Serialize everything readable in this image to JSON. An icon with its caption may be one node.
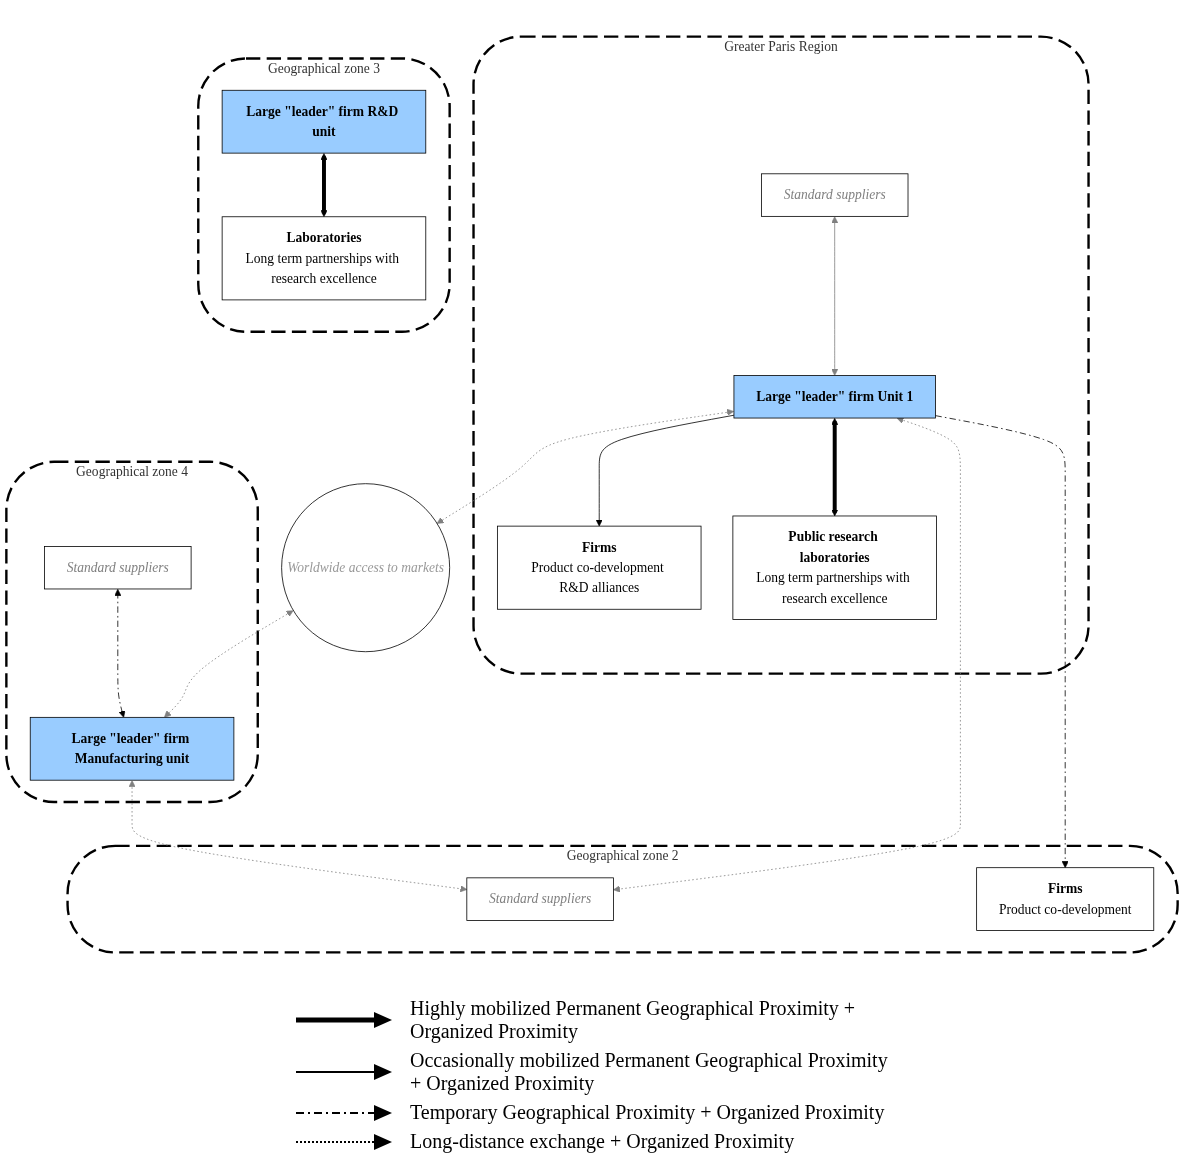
{
  "diagram": {
    "nodes": [
      {
        "text": [
          "Greater Paris Region"
        ]
      },
      {
        "text": [
          "Standard suppliers"
        ],
        "in": 0
      },
      {
        "text": [
          "Large \"leader\" firm Unit 1"
        ],
        "in": 0
      },
      {
        "text": [
          "Firms",
          "Product co-development R&D alliances"
        ],
        "in": 0
      },
      {
        "text": [
          "Public research laboratories",
          "Long term partnerships with research excellence"
        ],
        "in": 0
      },
      {
        "text": [
          "Geographical zone 2"
        ]
      },
      {
        "text": [
          "Standard suppliers"
        ],
        "in": 5
      },
      {
        "text": [
          "Firms",
          "Product co-development"
        ],
        "in": 5
      },
      {
        "text": [
          "Worldwide access to markets"
        ]
      },
      {
        "text": [
          "Geographical zone 4"
        ]
      },
      {
        "text": [
          "Standard suppliers"
        ],
        "in": 9
      },
      {
        "text": [
          "Large \"leader\" firm Manufacturing unit"
        ],
        "in": 9
      },
      {
        "text": [
          "Geographical zone 3"
        ]
      },
      {
        "text": [
          "Large \"leader\" firm R&D unit"
        ],
        "in": 12
      },
      {
        "text": [
          "Laboratories",
          "Long term partnerships with research excellence"
        ],
        "in": 12
      }
    ],
    "edges": [
      {
        "from": 1,
        "to": 2,
        "arrow": "both",
        "color": "#808080"
      },
      {
        "from": 2,
        "to": 3,
        "arrow": "to",
        "color": "#000000"
      },
      {
        "from": 2,
        "to": 4,
        "arrow": "both",
        "style": "thick",
        "color": "#000000"
      },
      {
        "from": 2,
        "to": 6,
        "arrow": "both",
        "style": "dashed",
        "color": "#808080"
      },
      {
        "from": 2,
        "to": 7,
        "arrow": "to",
        "style": "dashed",
        "color": "#000000"
      },
      {
        "from": 2,
        "to": 8,
        "arrow": "both",
        "style": "dashed",
        "color": "#808080"
      },
      {
        "from": 11,
        "to": 6,
        "arrow": "both",
        "style": "dashed",
        "color": "#808080"
      },
      {
        "from": 8,
        "to": 11,
        "arrow": "both",
        "style": "dashed",
        "color": "#808080"
      },
      {
        "from": 10,
        "to": 11,
        "arrow": "both",
        "style": "dashed",
        "color": "#000000"
      },
      {
        "from": 13,
        "to": 14,
        "arrow": "both",
        "style": "thick",
        "color": "#000000"
      }
    ],
    "legend": [
      {
        "text": "Highly mobilized Permanent Geographical Proximity + Organized Proximity"
      },
      {
        "text": "Occasionally mobilized Permanent Geographical Proximity + Organized Proximity"
      },
      {
        "text": "Temporary Geographical Proximity + Organized Proximity"
      },
      {
        "text": "Long-distance exchange + Organized Proximity"
      }
    ]
  }
}
